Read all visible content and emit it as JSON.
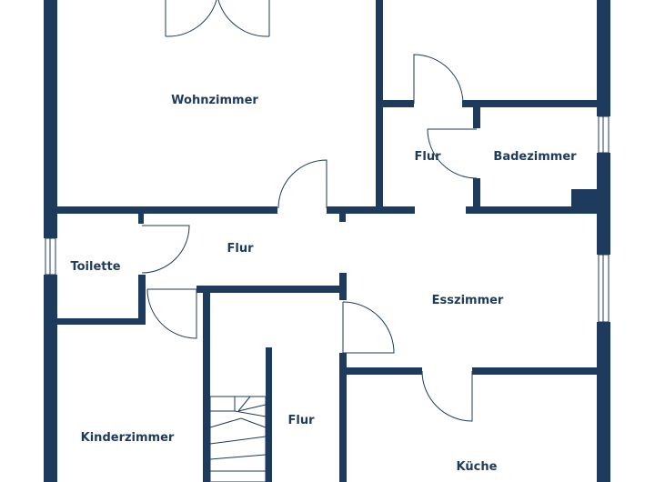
{
  "colors": {
    "wall": "#1e3a5c",
    "background": "#ffffff"
  },
  "rooms": {
    "wohnzimmer": "Wohnzimmer",
    "flur_top": "Flur",
    "badezimmer": "Badezimmer",
    "toilette": "Toilette",
    "flur_middle": "Flur",
    "esszimmer": "Esszimmer",
    "flur_bottom": "Flur",
    "kinderzimmer": "Kinderzimmer",
    "kueche": "Küche"
  }
}
